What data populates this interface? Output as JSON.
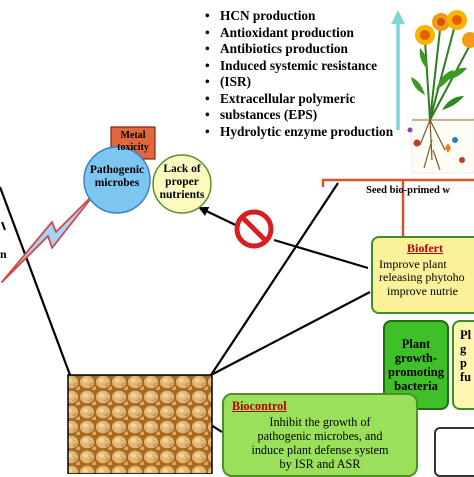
{
  "benefits_list": [
    "HCN production",
    "Antioxidant production",
    "Antibiotics production",
    "Induced systemic resistance",
    "(ISR)",
    "Extracellular polymeric",
    "substances (EPS)",
    "Hydrolytic enzyme production"
  ],
  "stress": {
    "metal": [
      "Metal",
      "toxicity"
    ],
    "pathogenic": [
      "Pathogenic",
      "microbes"
    ],
    "nutrients": [
      "Lack of",
      "proper",
      "nutrients"
    ]
  },
  "seed_caption": "Seed bio-primed w",
  "left_partial": "n",
  "biofertilizer": {
    "title": "Biofert",
    "text": [
      "Improve plant",
      "releasing phytoho",
      "improve nutrie"
    ]
  },
  "pgpb": [
    "Plant",
    "growth-",
    "promoting",
    "bacteria"
  ],
  "ph_box": [
    "Pl",
    "g",
    "p",
    "fu"
  ],
  "biocontrol": {
    "title": "Biocontrol",
    "text": [
      "Inhibit the growth of",
      "pathogenic microbes, and",
      "induce plant defense system",
      "by ISR and ASR"
    ]
  },
  "colors": {
    "metal": "#e0683a",
    "pathogenic": "#7ec6f2",
    "nutrients": "#fdfac0",
    "biofertilizer_bg": "#fbf199",
    "pgpb_bg": "#3fbf28",
    "biocontrol_bg": "#9be05a",
    "inhibit_red": "#d81e1e",
    "plant_arrow": "#7ed6d6",
    "bracket_red": "#d9532a"
  },
  "icons": [
    "lightning-bolt-icon",
    "prohibition-icon",
    "upward-arrow-icon",
    "plant-icon",
    "chickpea-seeds-image"
  ]
}
